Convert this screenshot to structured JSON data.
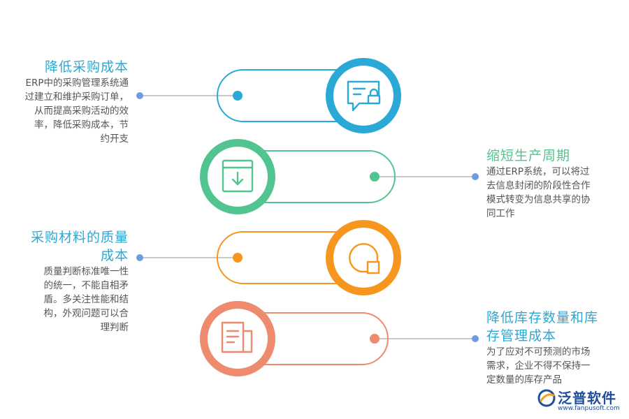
{
  "items": [
    {
      "title": "降低采购成本",
      "desc": "ERP中的采购管理系统通\n过建立和维护采购订单，\n从而提高采购活动的效\n率，降低采购成本，节\n约开支",
      "color": "#2aa9d6",
      "icon": "chat-lock-icon"
    },
    {
      "title": "缩短生产周期",
      "desc": "通过ERP系统，可以将过\n去信息封闭的阶段性合作\n模式转变为信息共享的协\n同工作",
      "color": "#52c48f",
      "icon": "download-box-icon"
    },
    {
      "title": "采购材料的质量\n成本",
      "desc": "质量判断标准唯一性\n的统一，不能自相矛\n盾。多关注性能和结\n构，外观问题可以合\n理判断",
      "color": "#f7961e",
      "icon": "shape-square-icon"
    },
    {
      "title": "降低库存数量和库\n存管理成本",
      "desc": "为了应对不可预测的市场\n需求，企业不得不保持一\n定数量的库存产品",
      "color": "#ee8a6e",
      "icon": "document-icon"
    }
  ],
  "logo": {
    "name": "泛普软件",
    "url": "www.fanpusoft.com"
  },
  "connector_color": "#6b9de0"
}
